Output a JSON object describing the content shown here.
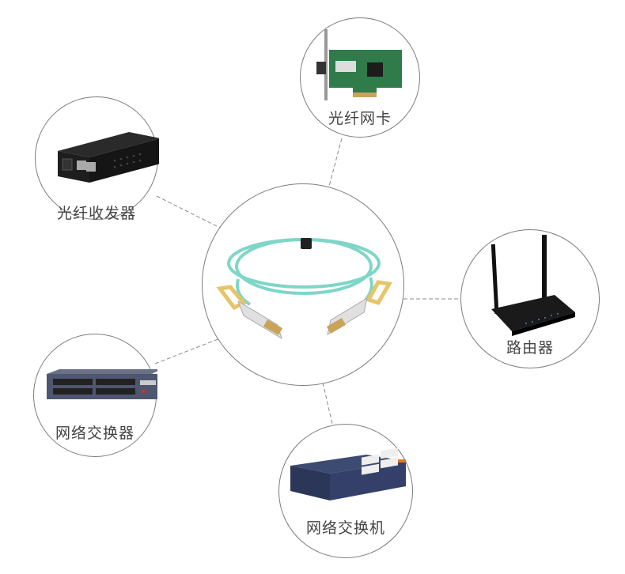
{
  "diagram": {
    "type": "hub-and-spoke",
    "center": {
      "label": "",
      "device": "active-optical-cable",
      "cable_color": "#7fd6c6",
      "tab_color": "#e6c46a"
    },
    "nodes": [
      {
        "id": "nic",
        "label": "光纤网卡",
        "device": "fiber-nic"
      },
      {
        "id": "transceiver",
        "label": "光纤收发器",
        "device": "media-converter"
      },
      {
        "id": "router",
        "label": "路由器",
        "device": "wireless-router"
      },
      {
        "id": "switch-rack",
        "label": "网络交换器",
        "device": "rack-switch"
      },
      {
        "id": "switch-desk",
        "label": "网络交换机",
        "device": "desktop-switch"
      }
    ],
    "connector_style": "dashed",
    "colors": {
      "circle_border": "#7d7d7d",
      "line": "#8a8a8a",
      "label": "#444444"
    }
  }
}
